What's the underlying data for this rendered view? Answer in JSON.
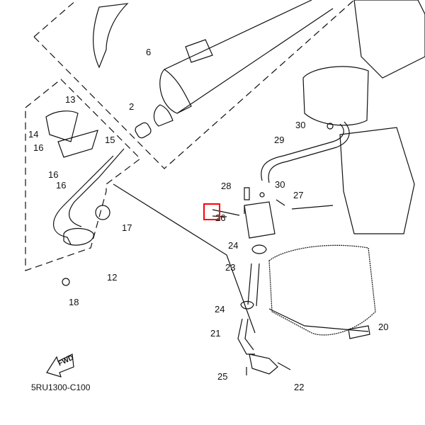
{
  "diagram": {
    "type": "exploded parts diagram",
    "subject": "exhaust system / air induction",
    "caption": "5RU1300-C100",
    "fwd_label": "FWD",
    "highlight_color": "#ff0000",
    "highlighted_part": "26",
    "callouts": [
      {
        "id": "2",
        "label": "2"
      },
      {
        "id": "6",
        "label": "6"
      },
      {
        "id": "12",
        "label": "12"
      },
      {
        "id": "13",
        "label": "13"
      },
      {
        "id": "14",
        "label": "14"
      },
      {
        "id": "15",
        "label": "15"
      },
      {
        "id": "16a",
        "label": "16"
      },
      {
        "id": "16b",
        "label": "16"
      },
      {
        "id": "16c",
        "label": "16"
      },
      {
        "id": "17",
        "label": "17"
      },
      {
        "id": "18",
        "label": "18"
      },
      {
        "id": "20",
        "label": "20"
      },
      {
        "id": "21",
        "label": "21"
      },
      {
        "id": "22",
        "label": "22"
      },
      {
        "id": "23",
        "label": "23"
      },
      {
        "id": "24a",
        "label": "24"
      },
      {
        "id": "24b",
        "label": "24"
      },
      {
        "id": "25",
        "label": "25"
      },
      {
        "id": "26",
        "label": "26"
      },
      {
        "id": "27",
        "label": "27"
      },
      {
        "id": "28",
        "label": "28"
      },
      {
        "id": "29",
        "label": "29"
      },
      {
        "id": "30a",
        "label": "30"
      },
      {
        "id": "30b",
        "label": "30"
      }
    ]
  }
}
